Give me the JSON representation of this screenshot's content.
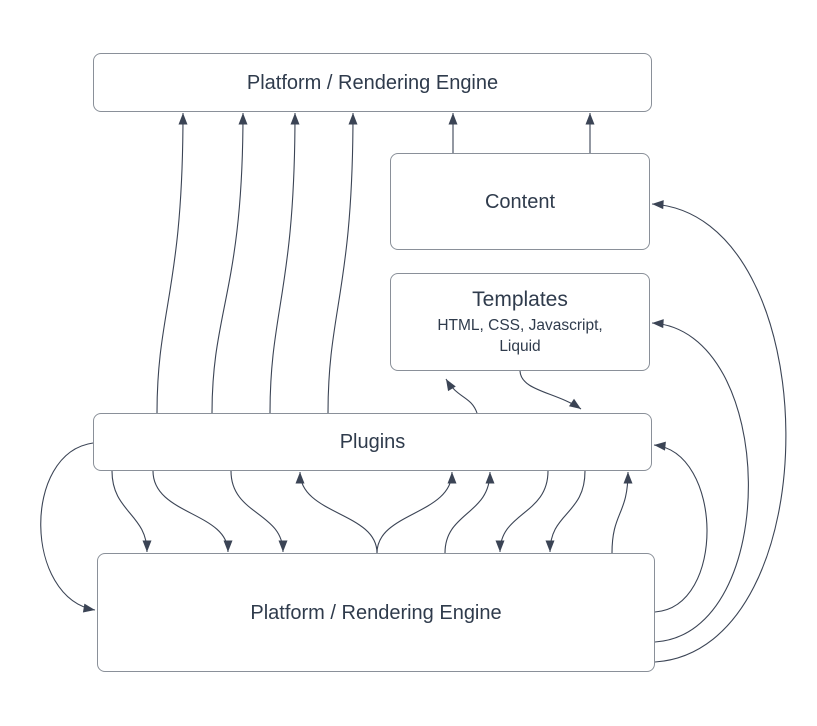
{
  "diagram": {
    "colors": {
      "background": "#ffffff",
      "node_fill": "#ffffff",
      "node_border": "#8a9099",
      "edge": "#3b4455",
      "text": "#2f3b4c"
    },
    "nodes": {
      "platform_top": {
        "label": "Platform / Rendering Engine"
      },
      "content": {
        "label": "Content"
      },
      "templates": {
        "title": "Templates",
        "subtitle": "HTML, CSS, Javascript, Liquid"
      },
      "plugins": {
        "label": "Plugins"
      },
      "platform_bottom": {
        "label": "Platform / Rendering Engine"
      }
    },
    "edges": [
      {
        "from": "plugins",
        "to": "platform_top"
      },
      {
        "from": "plugins",
        "to": "platform_top"
      },
      {
        "from": "plugins",
        "to": "platform_top"
      },
      {
        "from": "plugins",
        "to": "platform_top"
      },
      {
        "from": "content",
        "to": "platform_top"
      },
      {
        "from": "content",
        "to": "platform_top"
      },
      {
        "from": "plugins",
        "to": "templates"
      },
      {
        "from": "templates",
        "to": "plugins"
      },
      {
        "from": "plugins",
        "to": "platform_bottom"
      },
      {
        "from": "plugins",
        "to": "platform_bottom"
      },
      {
        "from": "plugins",
        "to": "platform_bottom"
      },
      {
        "from": "plugins",
        "to": "platform_bottom"
      },
      {
        "from": "plugins",
        "to": "platform_bottom"
      },
      {
        "from": "plugins",
        "to": "platform_bottom",
        "note": "left side loop"
      },
      {
        "from": "platform_bottom",
        "to": "plugins"
      },
      {
        "from": "platform_bottom",
        "to": "plugins"
      },
      {
        "from": "platform_bottom",
        "to": "plugins"
      },
      {
        "from": "platform_bottom",
        "to": "plugins"
      },
      {
        "from": "platform_bottom",
        "to": "plugins",
        "note": "right side arc"
      },
      {
        "from": "platform_bottom",
        "to": "templates",
        "note": "right side arc"
      },
      {
        "from": "platform_bottom",
        "to": "content",
        "note": "right side arc"
      }
    ]
  }
}
